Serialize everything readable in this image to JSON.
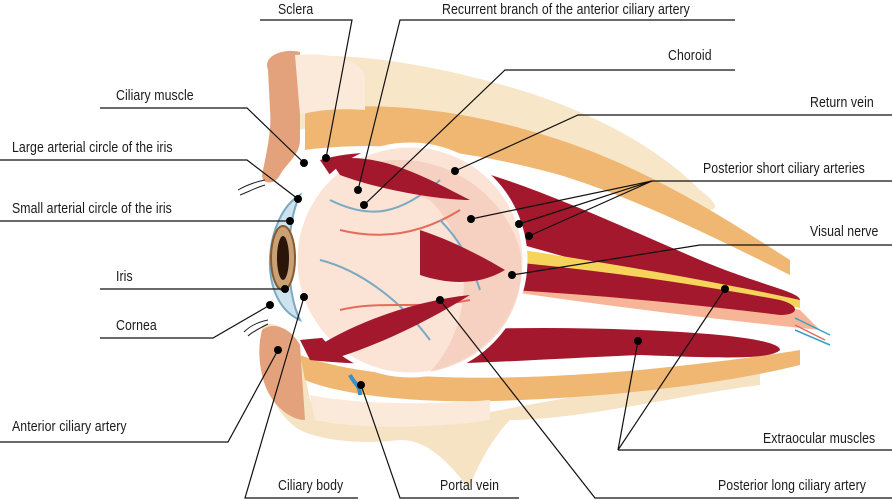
{
  "diagram": {
    "title": "Anatomy of the eye (side section)",
    "labels": {
      "sclera": "Sclera",
      "recurrent_branch": "Recurrent branch of the anterior ciliary artery",
      "choroid": "Choroid",
      "ciliary_muscle": "Ciliary muscle",
      "return_vein": "Return vein",
      "large_arterial_circle": "Large arterial circle of the iris",
      "posterior_short_ciliary": "Posterior short ciliary arteries",
      "small_arterial_circle": "Small arterial circle of the iris",
      "visual_nerve": "Visual nerve",
      "iris": "Iris",
      "cornea": "Cornea",
      "anterior_ciliary_artery": "Anterior ciliary artery",
      "extraocular_muscles": "Extraocular muscles",
      "ciliary_body": "Ciliary body",
      "portal_vein": "Portal vein",
      "posterior_long_ciliary": "Posterior long ciliary artery"
    },
    "colors": {
      "muscle": "#a3182c",
      "muscle_stripe": "#f3b7a8",
      "fat_outer": "#f6e3c4",
      "fat_mid": "#efb772",
      "skin": "#e3a27c",
      "bone_light": "#fbe9d9",
      "eyeball": "#fbe3d6",
      "vein_blue": "#7aa9c2",
      "artery_red": "#e66b5b",
      "nerve_yellow": "#f6d35b",
      "cornea": "#cfe3ee",
      "leader": "#111111"
    }
  }
}
